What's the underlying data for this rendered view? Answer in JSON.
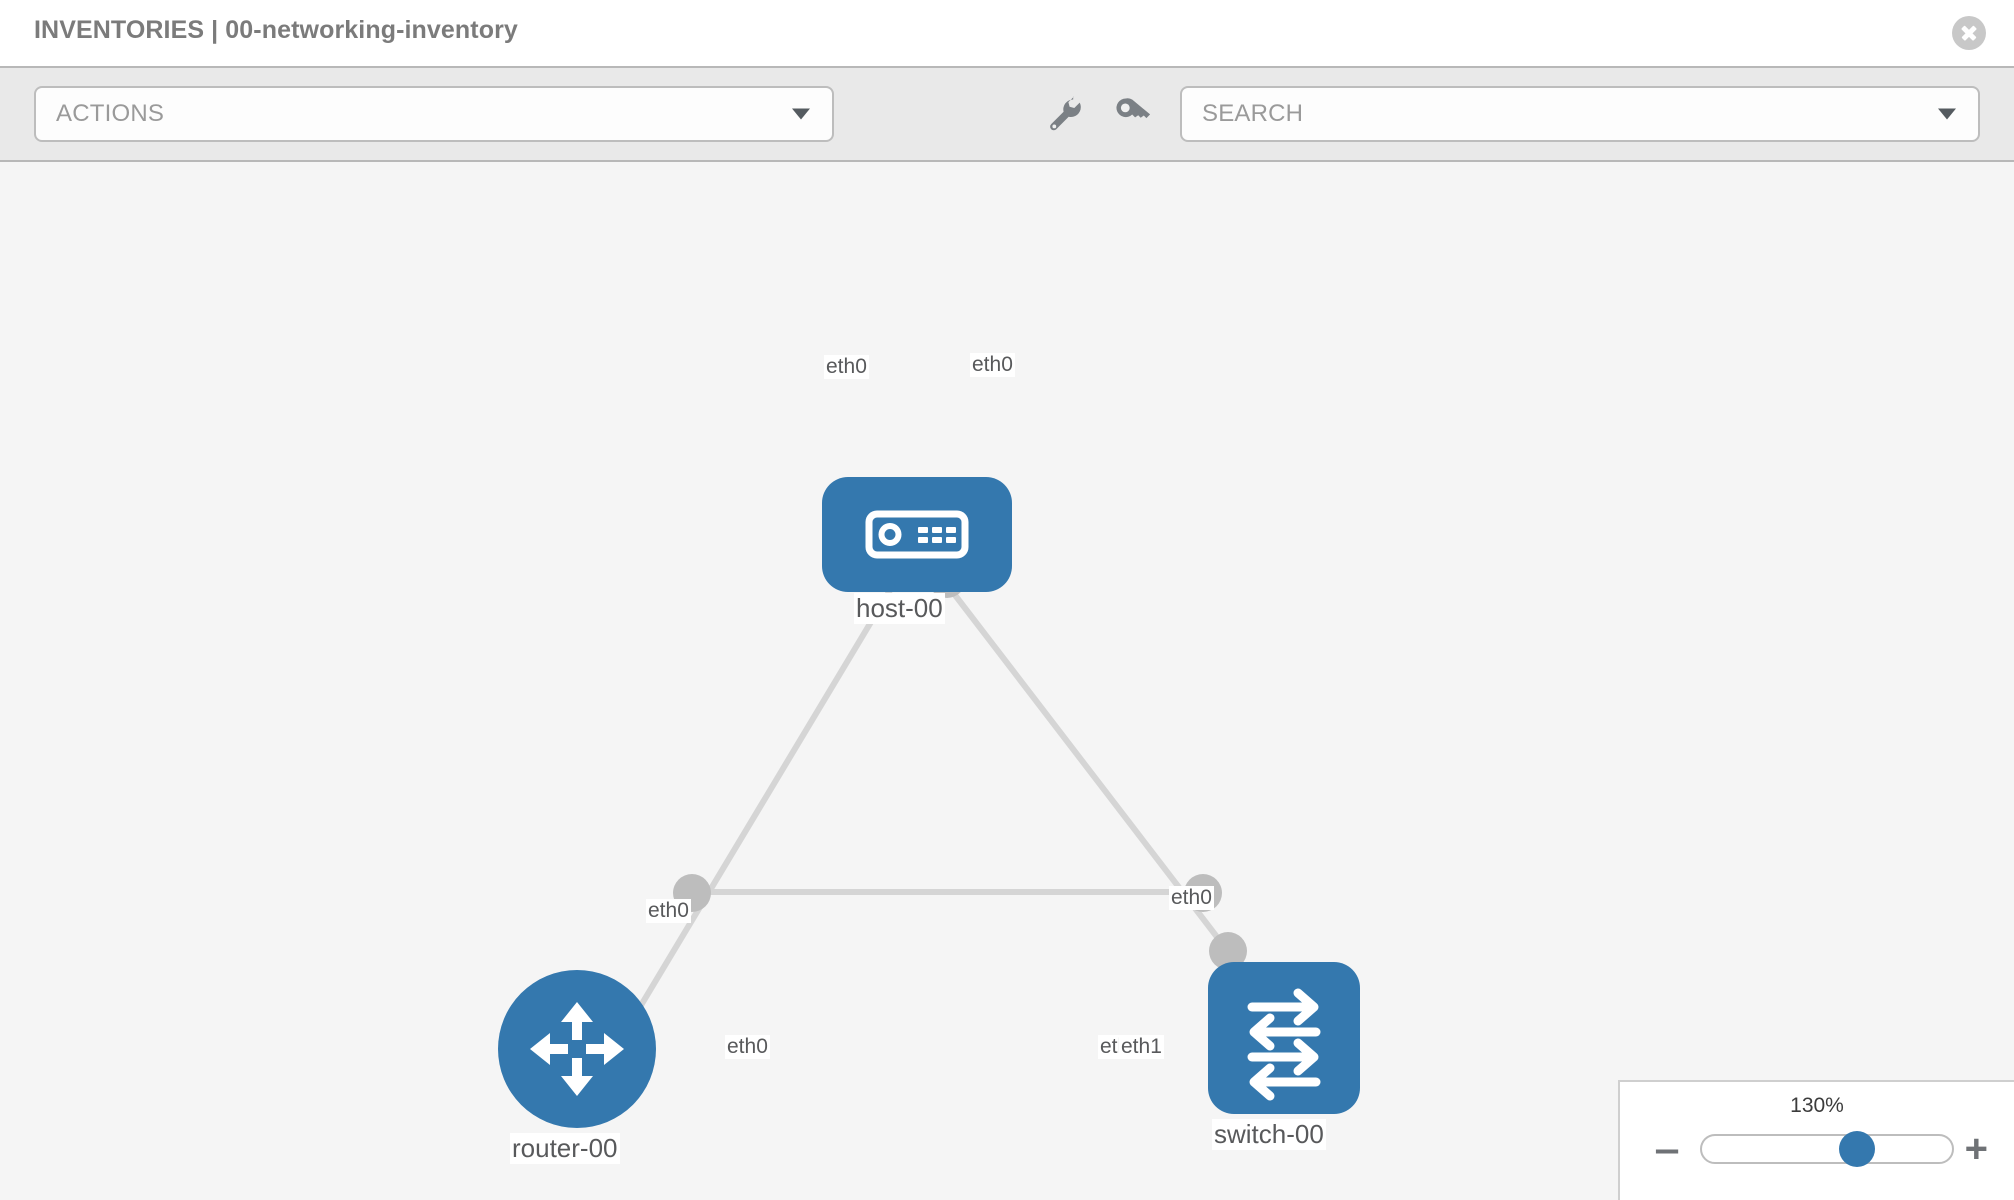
{
  "header": {
    "title": "INVENTORIES | 00-networking-inventory",
    "close_icon": "close-icon"
  },
  "toolbar": {
    "actions": {
      "label": "ACTIONS",
      "caret_icon": "chevron-down-icon"
    },
    "wrench_icon": "wrench-icon",
    "key_icon": "key-icon",
    "search": {
      "label": "SEARCH",
      "placeholder": "SEARCH",
      "caret_icon": "chevron-down-icon"
    }
  },
  "topology": {
    "accent_color": "#3478ae",
    "edge_color": "#d5d5d5",
    "port_color": "#bdbdbd",
    "canvas_color": "#f5f5f5",
    "nodes": [
      {
        "id": "host-00",
        "label": "host-00",
        "type": "host",
        "icon": "server-icon"
      },
      {
        "id": "router-00",
        "label": "router-00",
        "type": "router",
        "icon": "router-arrows-icon"
      },
      {
        "id": "switch-00",
        "label": "switch-00",
        "type": "switch",
        "icon": "switch-arrows-icon"
      }
    ],
    "links": [
      {
        "from": "host-00",
        "from_interface": "eth0",
        "to": "router-00",
        "to_interface": "eth0"
      },
      {
        "from": "host-00",
        "from_interface": "eth0",
        "to": "switch-00",
        "to_interface": "eth0"
      },
      {
        "from": "router-00",
        "from_interface": "eth0",
        "to": "switch-00",
        "to_interface": "eth1"
      }
    ],
    "interface_labels": {
      "host_left": "eth0",
      "host_right": "eth0",
      "router_up": "eth0",
      "switch_up": "eth0",
      "router_right": "eth0",
      "switch_left_under": "eth0",
      "switch_left": "eth1"
    }
  },
  "zoom_control": {
    "value": "130%",
    "minus_label": "‒",
    "plus_label": "+",
    "thumb_position_percent": 62
  }
}
